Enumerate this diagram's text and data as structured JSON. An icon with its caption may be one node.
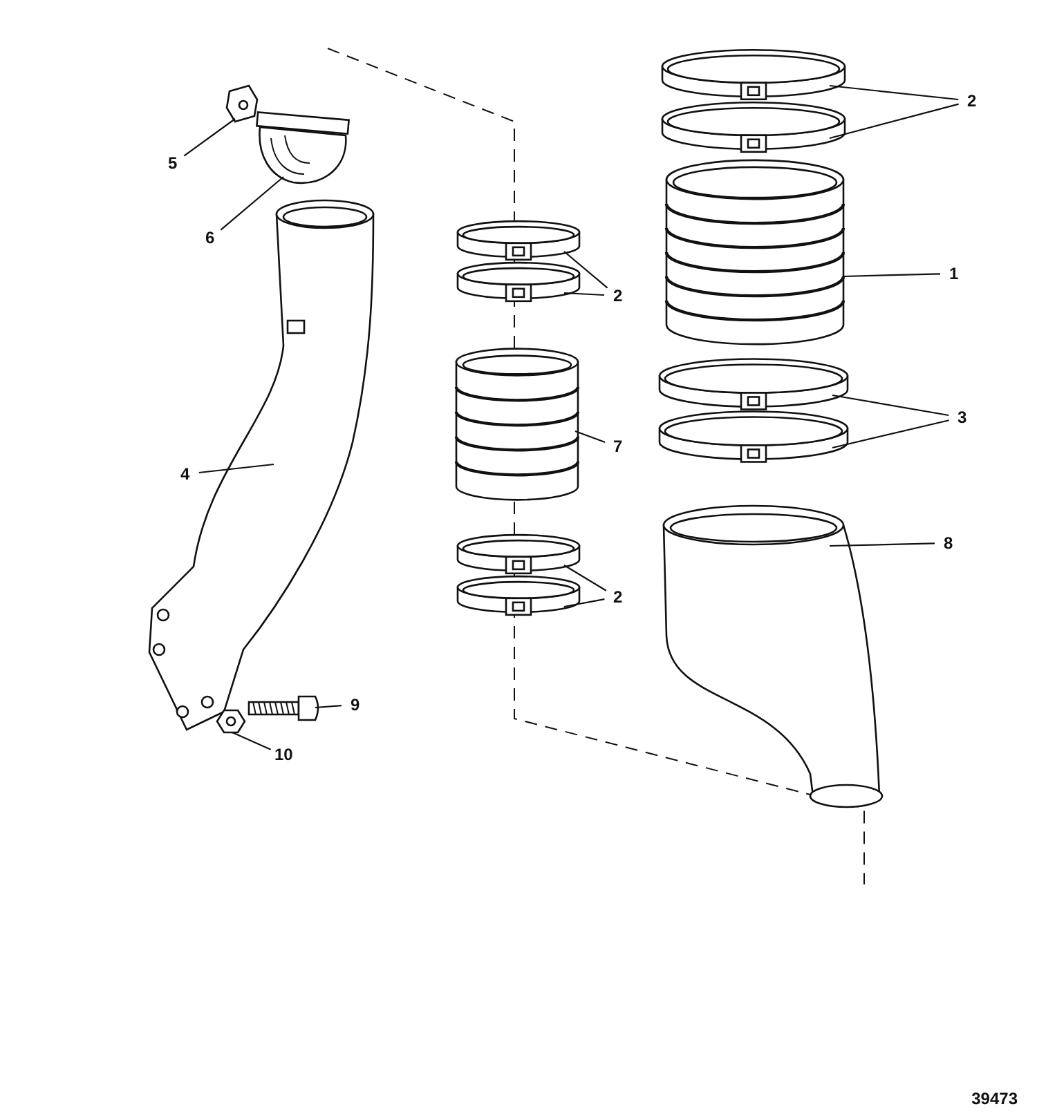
{
  "diagram": {
    "nodes": [
      {
        "text": [
          "2"
        ]
      },
      {
        "text": [
          "5"
        ]
      },
      {
        "text": [
          "6"
        ]
      },
      {
        "text": [
          "1"
        ]
      },
      {
        "text": [
          "2"
        ]
      },
      {
        "text": [
          "7"
        ]
      },
      {
        "text": [
          "3"
        ]
      },
      {
        "text": [
          "4"
        ]
      },
      {
        "text": [
          "2"
        ]
      },
      {
        "text": [
          "8"
        ]
      },
      {
        "text": [
          "9"
        ]
      },
      {
        "text": [
          "10"
        ]
      },
      {
        "text": [],
        "shape": "picture"
      },
      {
        "text": [],
        "shape": "picture"
      },
      {
        "text": [],
        "shape": "picture"
      },
      {
        "text": [],
        "shape": "picture"
      },
      {
        "text": [],
        "shape": "picture"
      },
      {
        "text": [],
        "shape": "picture"
      },
      {
        "text": [],
        "shape": "picture"
      },
      {
        "text": [],
        "shape": "picture"
      },
      {
        "text": [],
        "shape": "picture"
      },
      {
        "text": [],
        "shape": "picture"
      },
      {
        "text": [],
        "shape": "picture"
      },
      {
        "text": [],
        "shape": "picture"
      },
      {
        "text": [],
        "shape": "picture"
      },
      {
        "text": [],
        "shape": "picture"
      },
      {
        "text": [],
        "shape": "picture"
      },
      {
        "text": [],
        "shape": "picture"
      }
    ],
    "edges": [
      {
        "from": 0,
        "to": 15,
        "arrow": "none"
      },
      {
        "from": 0,
        "to": 16,
        "arrow": "none"
      },
      {
        "from": 1,
        "to": 12,
        "arrow": "none"
      },
      {
        "from": 2,
        "to": 13,
        "arrow": "none"
      },
      {
        "from": 3,
        "to": 17,
        "arrow": "none"
      },
      {
        "from": 4,
        "to": 18,
        "arrow": "none"
      },
      {
        "from": 4,
        "to": 19,
        "arrow": "none"
      },
      {
        "from": 5,
        "to": 20,
        "arrow": "none"
      },
      {
        "from": 6,
        "to": 21,
        "arrow": "none"
      },
      {
        "from": 6,
        "to": 22,
        "arrow": "none"
      },
      {
        "from": 7,
        "to": 14,
        "arrow": "none"
      },
      {
        "from": 8,
        "to": 23,
        "arrow": "none"
      },
      {
        "from": 8,
        "to": 24,
        "arrow": "none"
      },
      {
        "from": 9,
        "to": 25,
        "arrow": "none"
      },
      {
        "from": 10,
        "to": 26,
        "arrow": "none"
      },
      {
        "from": 11,
        "to": 27,
        "arrow": "none"
      }
    ],
    "labels": [
      "39473"
    ]
  }
}
